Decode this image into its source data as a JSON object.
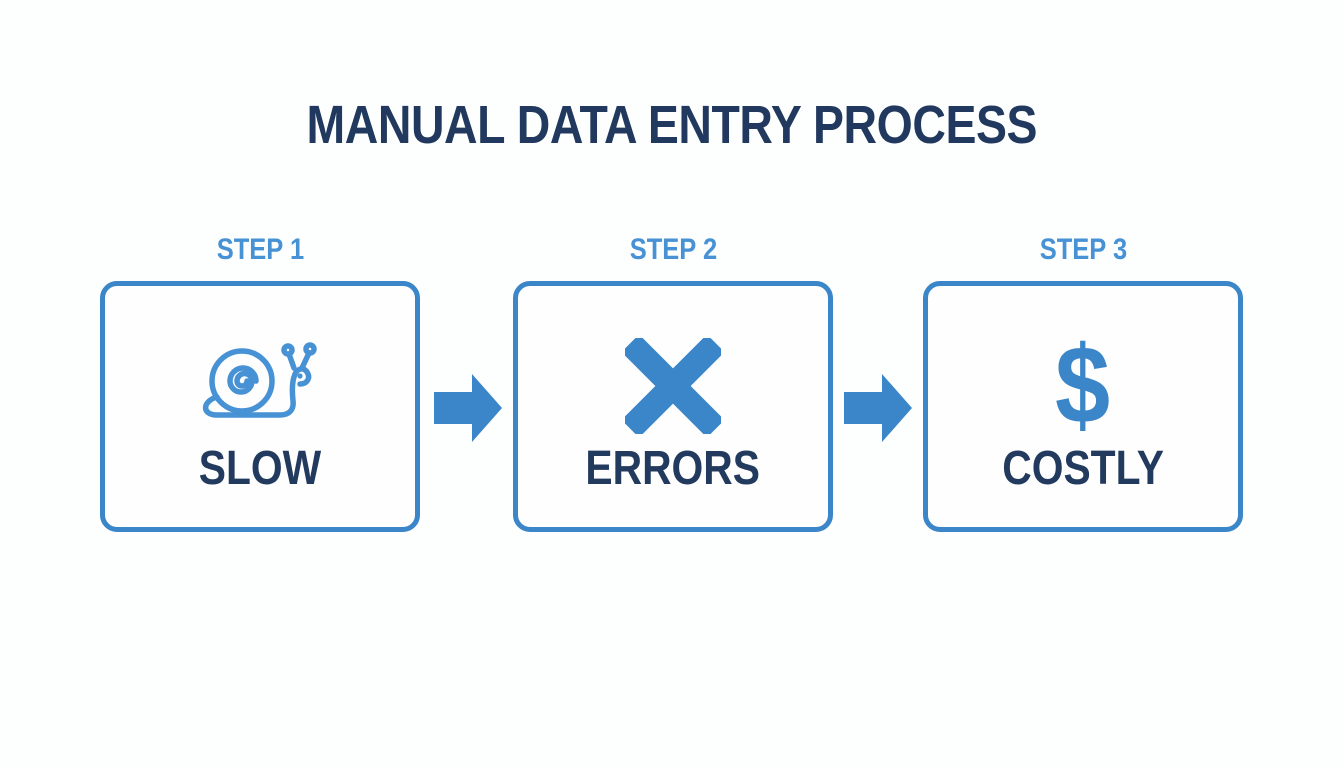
{
  "title": "MANUAL DATA ENTRY PROCESS",
  "colors": {
    "accent_blue": "#3b86c9",
    "light_blue": "#4791d5",
    "navy": "#21395e",
    "background": "#fdfefe"
  },
  "steps": [
    {
      "step_label": "STEP 1",
      "icon": "snail-icon",
      "label": "SLOW"
    },
    {
      "step_label": "STEP 2",
      "icon": "x-icon",
      "label": "ERRORS"
    },
    {
      "step_label": "STEP 3",
      "icon": "dollar-icon",
      "label": "COSTLY"
    }
  ],
  "icons": {
    "dollar_symbol": "$"
  },
  "arrows": [
    {
      "icon": "arrow-right-icon"
    },
    {
      "icon": "arrow-right-icon"
    }
  ]
}
